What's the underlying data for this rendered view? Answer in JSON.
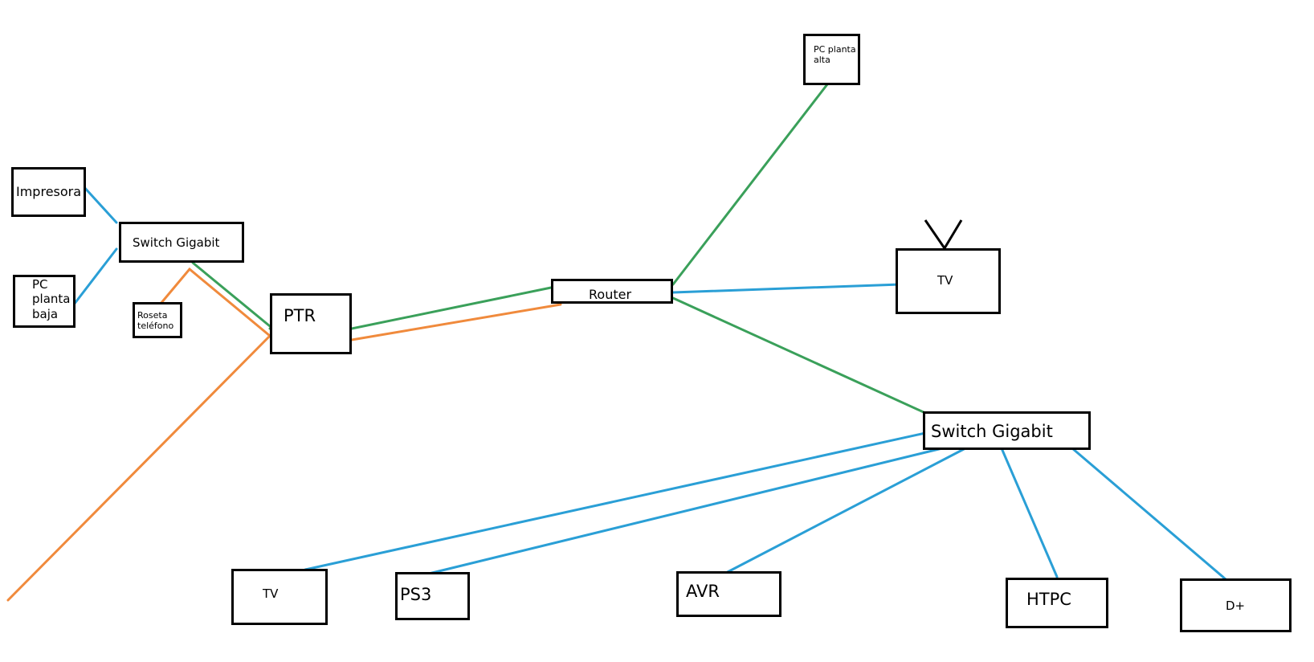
{
  "colors": {
    "ethernet": "#2a9fd6",
    "uplink": "#3aa05a",
    "phone": "#f08a3c",
    "box_border": "#000000"
  },
  "nodes": {
    "impresora": "Impresora",
    "switch_small": "Switch Gigabit",
    "pc_baja": "PC\nplanta\nbaja",
    "roseta": "Roseta\nteléfono",
    "ptr": "PTR",
    "router": "Router",
    "pc_alta": "PC planta\nalta",
    "tv_top": "TV",
    "tv_top_antenna": "antenna-icon",
    "switch_big": "Switch Gigabit",
    "tv_bottom": "TV",
    "ps3": "PS3",
    "avr": "AVR",
    "htpc": "HTPC",
    "dplus": "D+"
  },
  "connections": [
    {
      "from": "impresora",
      "to": "switch_small",
      "type": "ethernet"
    },
    {
      "from": "pc_baja",
      "to": "switch_small",
      "type": "ethernet"
    },
    {
      "from": "switch_small",
      "to": "ptr",
      "type": "uplink"
    },
    {
      "from": "roseta",
      "to": "ptr",
      "type": "phone"
    },
    {
      "from": "ptr",
      "to": "router",
      "type": "uplink"
    },
    {
      "from": "ptr",
      "to": "router",
      "type": "phone"
    },
    {
      "from": "router",
      "to": "pc_alta",
      "type": "uplink"
    },
    {
      "from": "router",
      "to": "tv_top",
      "type": "ethernet"
    },
    {
      "from": "router",
      "to": "switch_big",
      "type": "uplink"
    },
    {
      "from": "switch_big",
      "to": "tv_bottom",
      "type": "ethernet"
    },
    {
      "from": "switch_big",
      "to": "ps3",
      "type": "ethernet"
    },
    {
      "from": "switch_big",
      "to": "avr",
      "type": "ethernet"
    },
    {
      "from": "switch_big",
      "to": "htpc",
      "type": "ethernet"
    },
    {
      "from": "switch_big",
      "to": "dplus",
      "type": "ethernet"
    },
    {
      "from": "ptr",
      "to": "outside",
      "type": "phone"
    }
  ]
}
